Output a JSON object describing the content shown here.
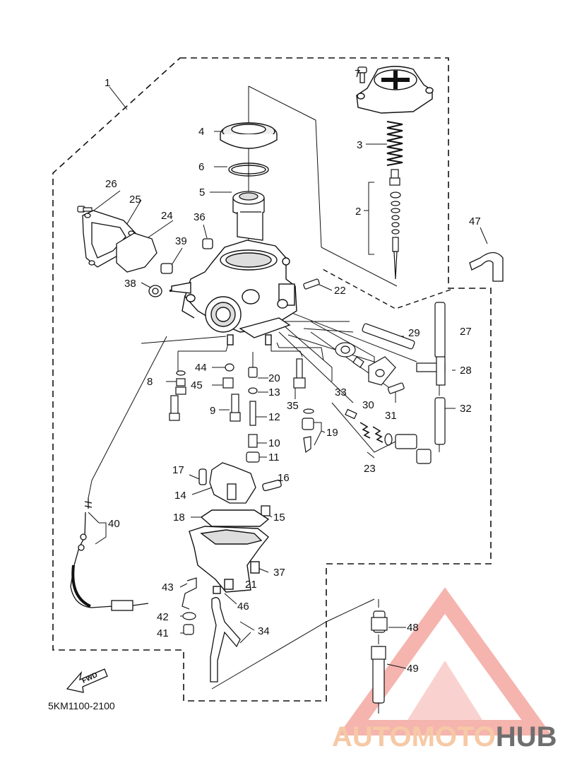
{
  "diagram": {
    "callouts": [
      "1",
      "2",
      "3",
      "4",
      "5",
      "6",
      "7",
      "8",
      "9",
      "10",
      "11",
      "12",
      "13",
      "14",
      "15",
      "16",
      "17",
      "18",
      "19",
      "20",
      "21",
      "22",
      "23",
      "24",
      "25",
      "26",
      "27",
      "28",
      "29",
      "30",
      "31",
      "32",
      "33",
      "34",
      "35",
      "36",
      "37",
      "38",
      "39",
      "40",
      "41",
      "42",
      "43",
      "44",
      "45",
      "46",
      "47",
      "48",
      "49"
    ],
    "fwd_label": "FWD",
    "part_code": "5KM1100-2100"
  },
  "watermark": {
    "brand_part1": "AUTOMOTO",
    "brand_part2": "HUB",
    "color_accent": "#f4a7a0",
    "color_auto": "#f6c9a6",
    "color_moto": "#f2b0a8",
    "color_hub": "#6e6e6e"
  }
}
